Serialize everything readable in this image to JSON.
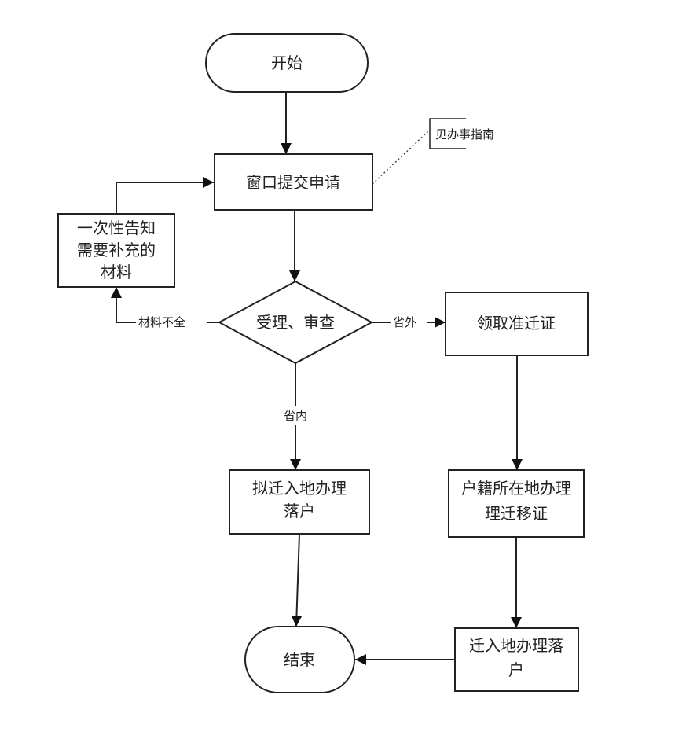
{
  "nodes": {
    "start": "开始",
    "submit": "窗口提交申请",
    "notify": [
      "一次性告知",
      "需要补充的",
      "材料"
    ],
    "review": "受理、审查",
    "permit": "领取准迁证",
    "local_settle": [
      "拟迁入地办理",
      "落户"
    ],
    "migration": [
      "户籍所在地办理",
      "理迁移证"
    ],
    "move_in": [
      "迁入地办理落",
      "户"
    ],
    "end": "结束"
  },
  "edges": {
    "incomplete": "材料不全",
    "out_province": "省外",
    "in_province": "省内"
  },
  "note": "见办事指南"
}
